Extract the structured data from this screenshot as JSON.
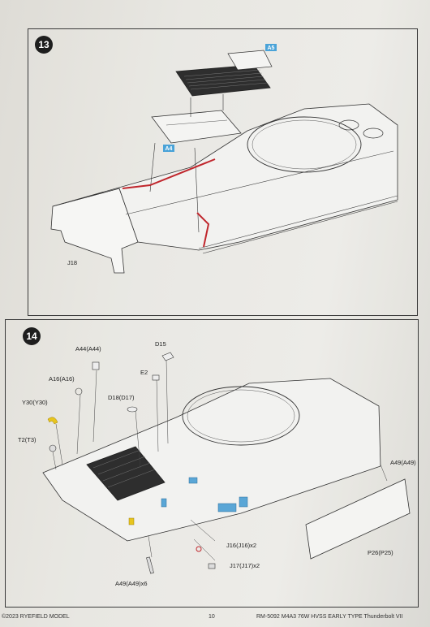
{
  "steps": {
    "step13": {
      "number": "13",
      "parts": {
        "hull_plate": "J18"
      },
      "tags": {
        "engine_grille": "A5",
        "deck_plate": "A4"
      }
    },
    "step14": {
      "number": "14",
      "parts": {
        "a44": "A44(A44)",
        "d15": "D15",
        "a16": "A16(A16)",
        "e2": "E2",
        "y30": "Y30(Y30)",
        "d18": "D18(D17)",
        "t2": "T2(T3)",
        "a49_right": "A49(A49)",
        "j16": "J16(J16)x2",
        "p26": "P26(P25)",
        "j17": "J17(J17)x2",
        "a49_bottom": "A49(A49)x6"
      }
    }
  },
  "footer": {
    "copyright": "©2023 RYEFIELD MODEL",
    "page_number": "10",
    "product": "RM-5092 M4A3 76W HVSS EARLY TYPE Thunderbolt VII"
  },
  "colors": {
    "callout_tag": "#4aa3d8",
    "glue_line": "#c0272d",
    "highlight_yellow": "#e8c51d",
    "highlight_blue": "#5aa6d6"
  }
}
